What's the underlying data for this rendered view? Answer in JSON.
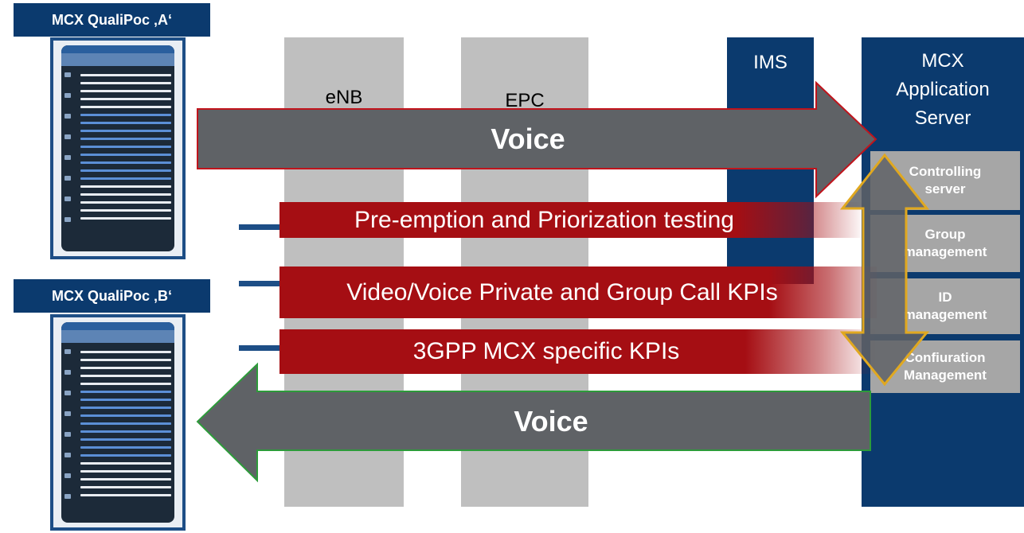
{
  "phones": [
    {
      "label": "MCX QualiPoc ‚A‘"
    },
    {
      "label": "MCX QualiPoc ‚B‘"
    }
  ],
  "columns": {
    "enb": "eNB",
    "epc": "EPC",
    "ims": "IMS"
  },
  "server": {
    "title_lines": [
      "MCX",
      "Application",
      "Server"
    ],
    "modules": [
      {
        "lines": [
          "Controlling",
          "server"
        ]
      },
      {
        "lines": [
          "Group",
          "management"
        ]
      },
      {
        "lines": [
          "ID",
          "management"
        ]
      },
      {
        "lines": [
          "Confiuration",
          "Management"
        ]
      }
    ]
  },
  "arrows": {
    "voice_up": "Voice",
    "voice_down": "Voice"
  },
  "kpis": [
    {
      "label": "Pre-emption and Priorization testing"
    },
    {
      "label": "Video/Voice Private and Group Call KPIs"
    },
    {
      "label": "3GPP MCX specific KPIs"
    }
  ],
  "colors": {
    "navy": "#0b3a6e",
    "gray_column": "#bfbfbf",
    "arrow_gray": "#5f6266",
    "kpi_red": "#a50e13",
    "module_gray": "#a6a6a6",
    "gold": "#e0a820"
  }
}
